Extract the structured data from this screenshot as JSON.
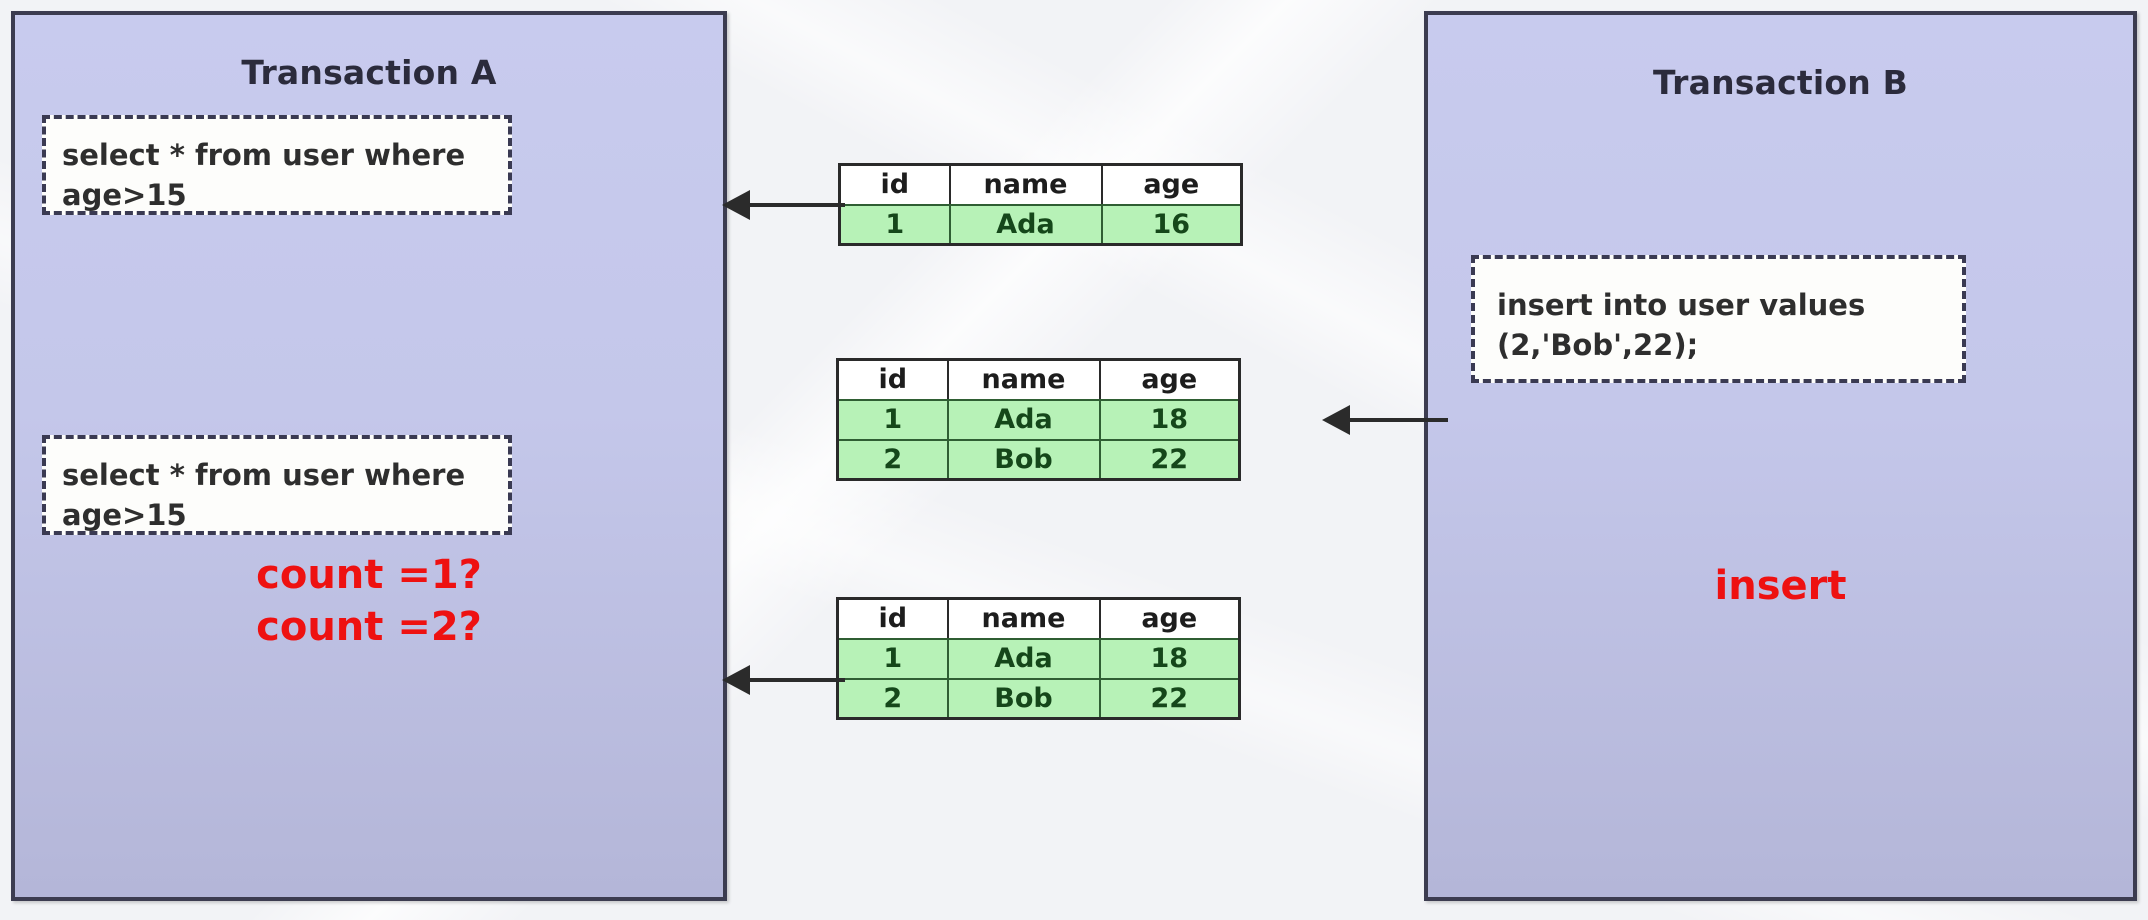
{
  "diagram": {
    "title_hidden": "",
    "accent_red": "#ee1111",
    "panel_fill_top": "#c8cbee",
    "panel_fill_bottom": "#b4b6d8",
    "table_row_fill": "#b7f2b7",
    "background": "#f2f3f6"
  },
  "transaction_a": {
    "title": "Transaction A",
    "statement_1": {
      "line1": "select * from user where",
      "line2": "age>15"
    },
    "statement_2": {
      "line1": "select * from user where",
      "line2": "age>15"
    },
    "note": {
      "line1": "count =1?",
      "line2": "count =2?"
    }
  },
  "transaction_b": {
    "title": "Transaction B",
    "statement_1": {
      "line1": "insert into user values",
      "line2": "(2,'Bob',22);"
    },
    "note": {
      "line1": "insert"
    }
  },
  "tables": [
    {
      "name": "result-set-before-insert",
      "columns": [
        "id",
        "name",
        "age"
      ],
      "rows": [
        [
          "1",
          "Ada",
          "16"
        ]
      ]
    },
    {
      "name": "result-set-after-insert",
      "columns": [
        "id",
        "name",
        "age"
      ],
      "rows": [
        [
          "1",
          "Ada",
          "18"
        ],
        [
          "2",
          "Bob",
          "22"
        ]
      ]
    },
    {
      "name": "result-set-second-read",
      "columns": [
        "id",
        "name",
        "age"
      ],
      "rows": [
        [
          "1",
          "Ada",
          "18"
        ],
        [
          "2",
          "Bob",
          "22"
        ]
      ]
    }
  ],
  "arrows": [
    {
      "name": "arrow-table1-to-transaction-a",
      "direction": "left"
    },
    {
      "name": "arrow-transaction-b-to-table2",
      "direction": "left"
    },
    {
      "name": "arrow-table3-to-transaction-a",
      "direction": "left"
    }
  ]
}
